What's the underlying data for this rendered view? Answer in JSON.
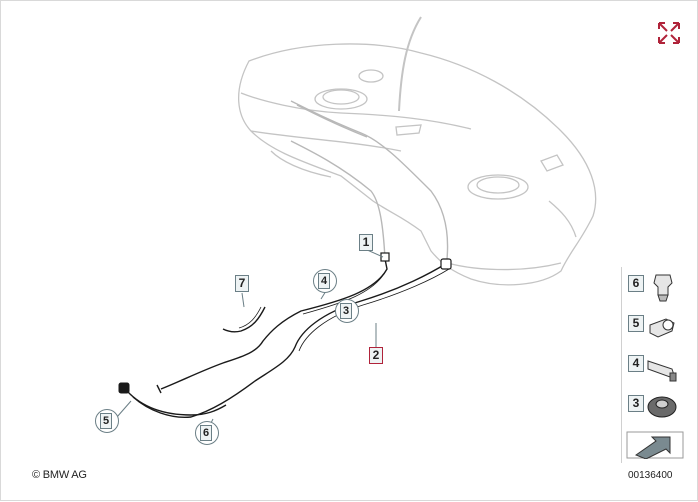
{
  "diagram": {
    "copyright": "© BMW AG",
    "diagram_id": "00136400"
  },
  "callouts": [
    {
      "label": "1"
    },
    {
      "label": "2"
    },
    {
      "label": "3"
    },
    {
      "label": "4"
    },
    {
      "label": "5"
    },
    {
      "label": "6"
    },
    {
      "label": "7"
    }
  ],
  "thumbnails": [
    {
      "label": "6"
    },
    {
      "label": "5"
    },
    {
      "label": "4"
    },
    {
      "label": "3"
    }
  ],
  "colors": {
    "accent": "#b0233a",
    "line": "#1a1a1a",
    "tank": "#cfcfcf",
    "callout_border": "#6b7f86"
  },
  "icons": {
    "expand": "expand-arrows-icon",
    "next": "arrow-right-icon"
  }
}
